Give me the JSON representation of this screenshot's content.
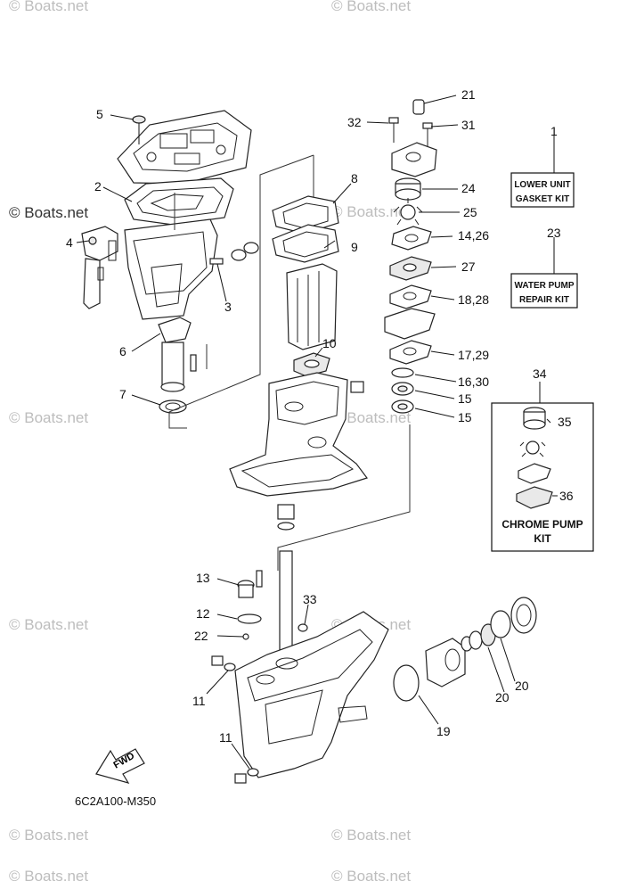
{
  "watermarks": [
    "© Boats.net",
    "© Boats.net",
    "© Boats.net",
    "© Boats.net",
    "© Boats.net",
    "© Boats.net",
    "© Boats.net",
    "© Boats.net",
    "© Boats.net",
    "© Boats.net",
    "© Boats.net",
    "© Boats.net"
  ],
  "callouts": {
    "n21": "21",
    "n32": "32",
    "n31": "31",
    "n5": "5",
    "n1": "1",
    "n8": "8",
    "n24": "24",
    "n2": "2",
    "n25": "25",
    "n4": "4",
    "n14_26": "14,26",
    "n23": "23",
    "n9": "9",
    "n27": "27",
    "n3": "3",
    "n18_28": "18,28",
    "n6": "6",
    "n10": "10",
    "n17_29": "17,29",
    "n16_30": "16,30",
    "n7": "7",
    "n15a": "15",
    "n15b": "15",
    "n34": "34",
    "n35": "35",
    "n36": "36",
    "n13": "13",
    "n33": "33",
    "n12": "12",
    "n22": "22",
    "n11a": "11",
    "n11b": "11",
    "n20a": "20",
    "n20b": "20",
    "n19": "19"
  },
  "kits": {
    "lower_unit_line1": "LOWER UNIT",
    "lower_unit_line2": "GASKET KIT",
    "water_pump_line1": "WATER PUMP",
    "water_pump_line2": "REPAIR KIT",
    "chrome_pump_line1": "CHROME PUMP",
    "chrome_pump_line2": "KIT"
  },
  "fwd_label": "FWD",
  "diagram_code": "6C2A100-M350"
}
